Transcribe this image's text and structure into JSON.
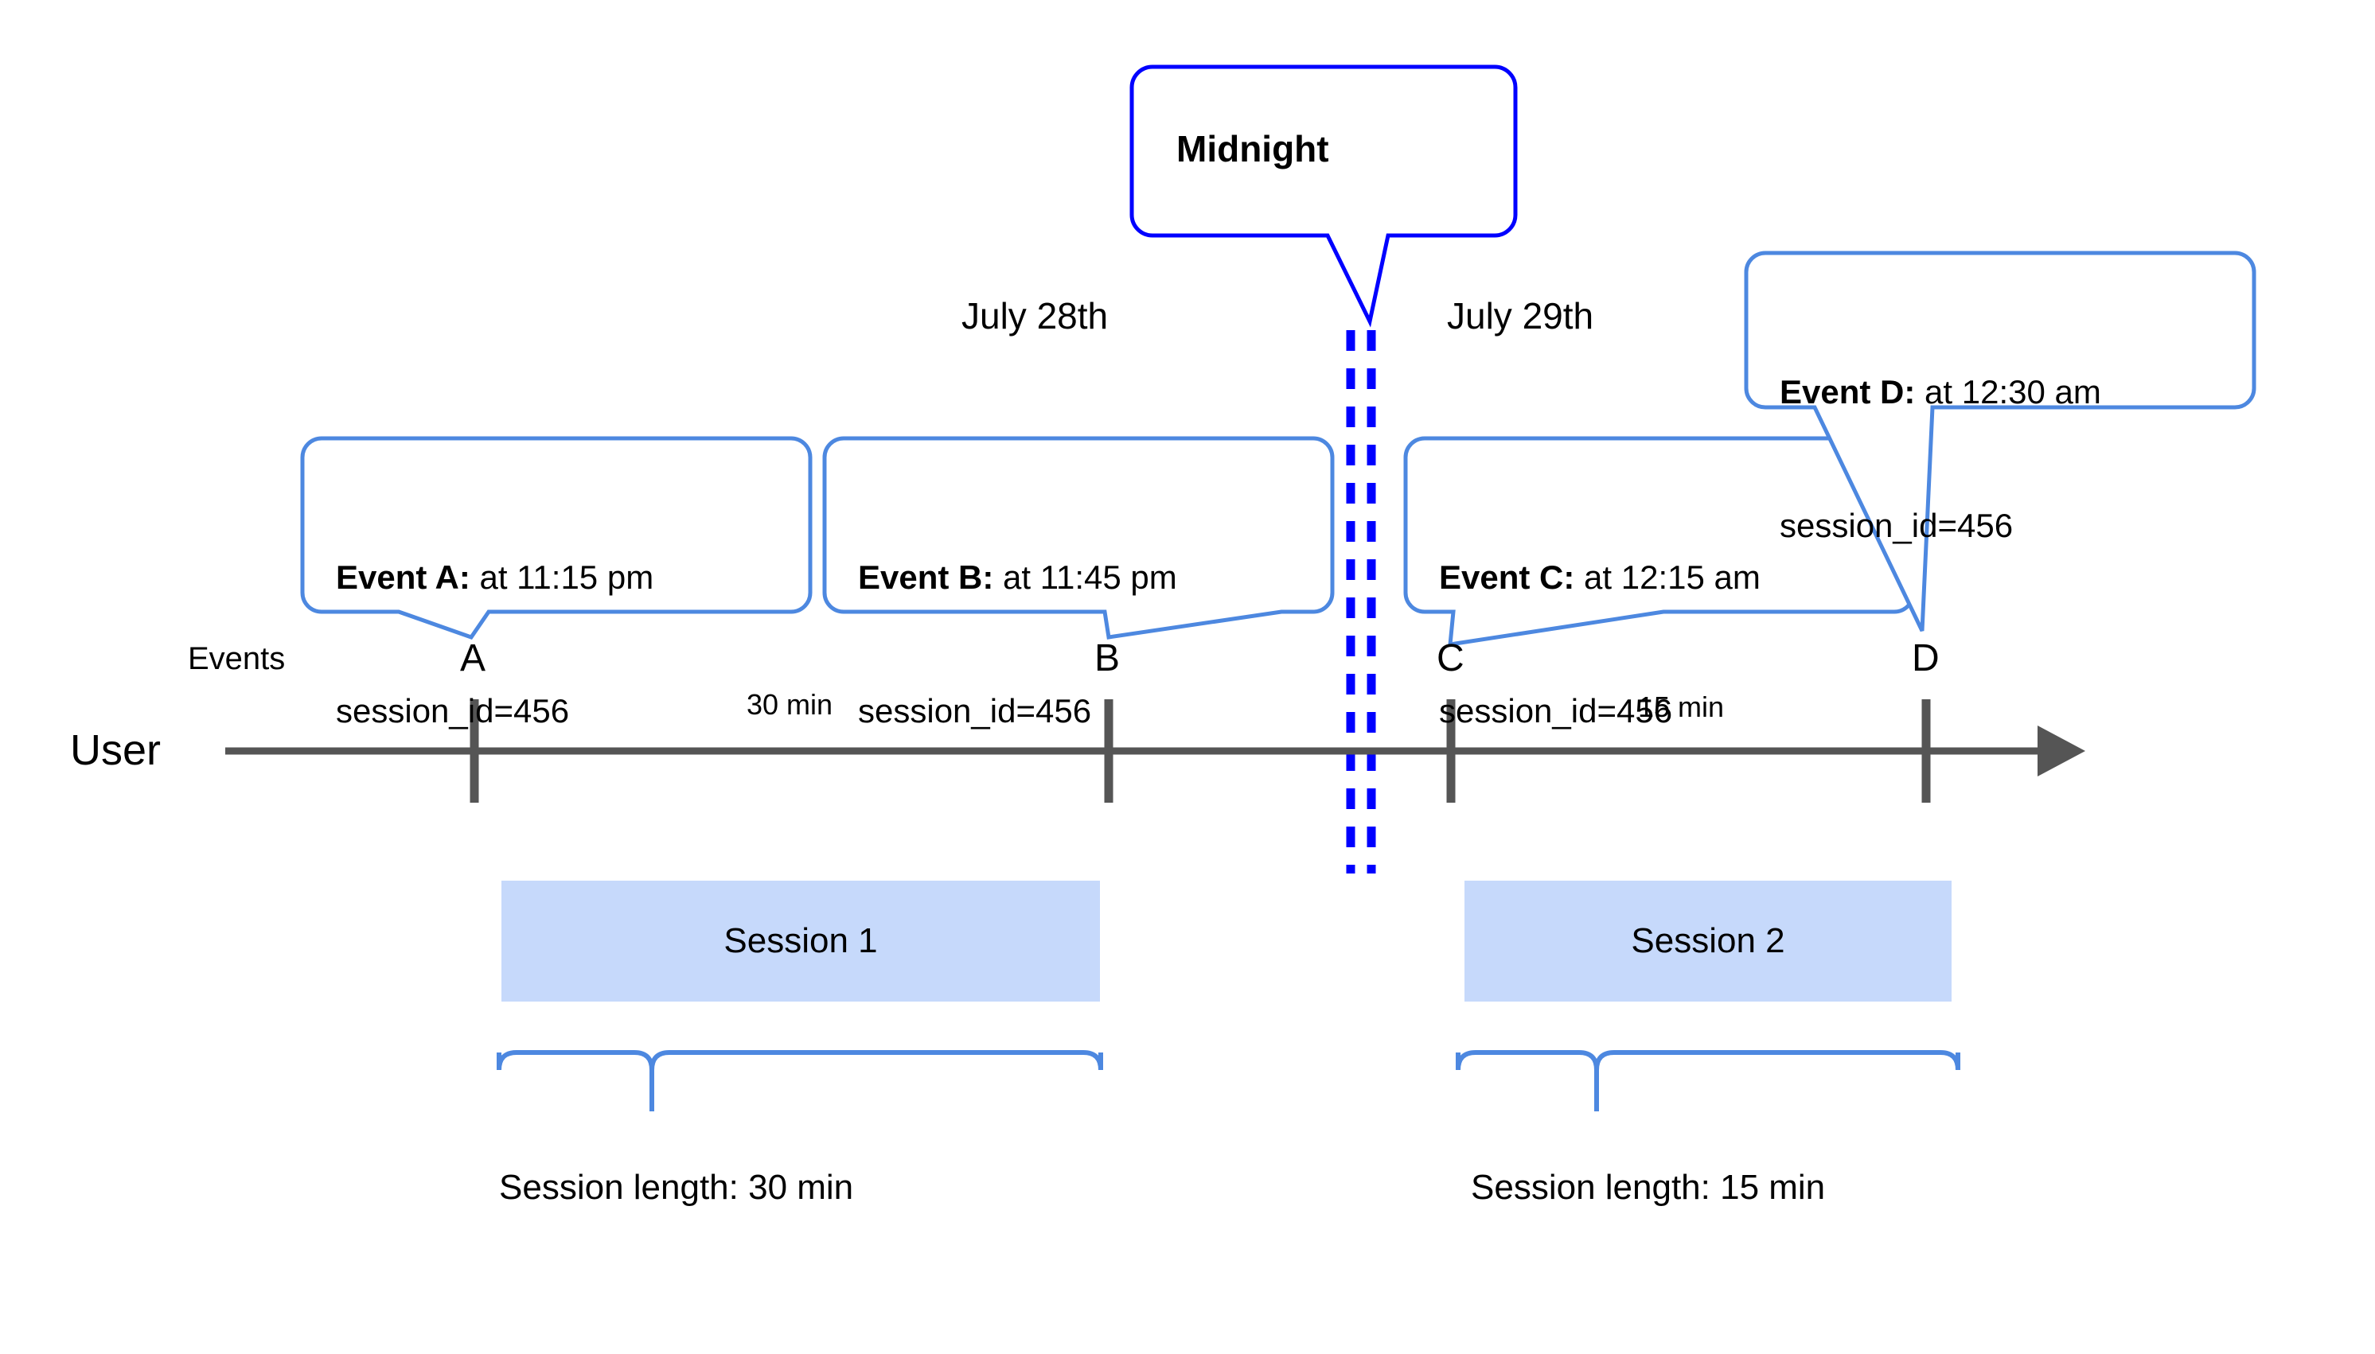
{
  "diagram": {
    "title_callout": {
      "label": "Midnight",
      "border_color": "#0000FF"
    },
    "dates": [
      {
        "label": "July 28th"
      },
      {
        "label": "July 29th"
      }
    ],
    "axis": {
      "row_label": "User",
      "events_label": "Events",
      "line_color": "#555555",
      "arrow": "right-arrow-icon"
    },
    "midnight_divider": {
      "color": "#0000FF",
      "style": "dashed",
      "lines": 2
    },
    "events": [
      {
        "tick": "A",
        "title": "Event A:",
        "time": " at 11:15 pm",
        "session_id": "session_id=456"
      },
      {
        "tick": "B",
        "title": "Event B:",
        "time": " at 11:45 pm",
        "session_id": "session_id=456"
      },
      {
        "tick": "C",
        "title": "Event C:",
        "time": " at 12:15 am",
        "session_id": "session_id=456"
      },
      {
        "tick": "D",
        "title": "Event D:",
        "time": " at 12:30 am",
        "session_id": "session_id=456"
      }
    ],
    "durations": [
      {
        "label": "30 min"
      },
      {
        "label": "15 min"
      }
    ],
    "sessions": [
      {
        "box_label": "Session 1",
        "length_label": "Session length: 30 min",
        "fill": "#C6D9FB"
      },
      {
        "box_label": "Session 2",
        "length_label": "Session length: 15 min",
        "fill": "#C6D9FB"
      }
    ],
    "colors": {
      "callout_border": "#4D88E0",
      "midnight_border": "#0000FF",
      "axis": "#555555",
      "session_fill": "#C6D9FB",
      "brace": "#4D88E0"
    }
  }
}
